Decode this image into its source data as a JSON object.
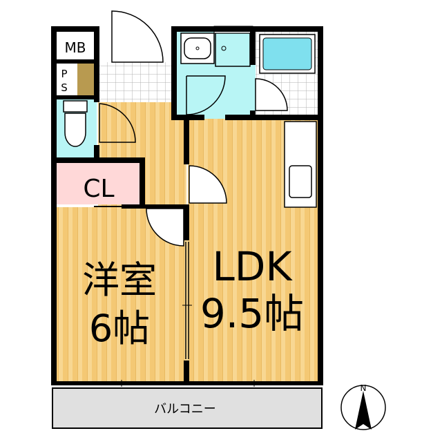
{
  "rooms": {
    "mb": "MB",
    "ps_p": "P",
    "ps_s": "S",
    "cl": "CL",
    "western_line1": "洋室",
    "western_line2": "6帖",
    "ldk_line1": "LDK",
    "ldk_line2": "9.5帖",
    "balcony": "バルコニー"
  },
  "compass": {
    "north": "N"
  },
  "colors": {
    "floor_wood": "#f4c874",
    "floor_stripe": "#fbe3a6",
    "wet_area": "#b8f5f5",
    "tile": "#ffffff",
    "tile_grid": "#b0b0b0",
    "closet": "#ffd8d8",
    "ps_shaft": "#b89a50",
    "balcony": "#e0e0e0",
    "wall": "#000000",
    "tub_water": "#7fe0ee"
  }
}
